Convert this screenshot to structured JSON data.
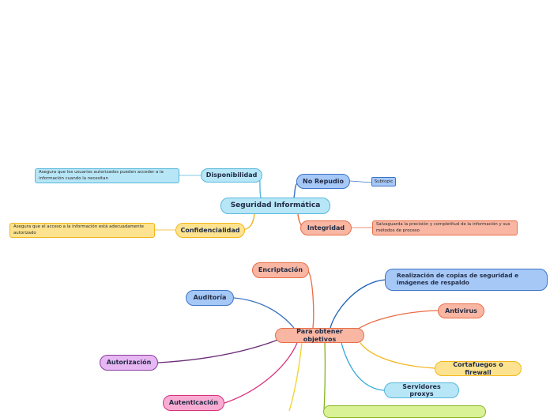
{
  "colors": {
    "blue_light": "#b7e6f7",
    "blue_light_border": "#56b8dc",
    "blue_mid": "#a6c8f7",
    "blue_mid_border": "#3c74c6",
    "salmon": "#f8b6a3",
    "salmon_border": "#e96d45",
    "yellow": "#fde38f",
    "yellow_border": "#f2b519",
    "purple": "#e7b7f3",
    "purple_border": "#8a3c9e",
    "pink": "#f9acd3",
    "pink_border": "#d8327d",
    "green": "#d9f296",
    "green_border": "#86b521"
  },
  "map1": {
    "root": "Seguridad Informática",
    "disponibilidad": {
      "label": "Disponibilidad",
      "note": "Asegura que los usuarios autorizados pueden acceder a la información cuando la necesitan"
    },
    "confidencialidad": {
      "label": "Confidencialidad",
      "note": "Asegura que el acceso a la información está adecuadamente autorizado"
    },
    "no_repudio": {
      "label": "No Repudio",
      "subtopic": "Subtopic"
    },
    "integridad": {
      "label": "Integridad",
      "note": "Salvaguarda la precisión y completitud de la información y sus métodos de proceso"
    }
  },
  "map2": {
    "root": "Para obtener objetivos",
    "encriptacion": "Encriptación",
    "auditoria": "Auditoría",
    "autorizacion": "Autorización",
    "autenticacion": "Autenticación",
    "copias": "Realización de copias de seguridad e imágenes de respaldo",
    "antivirus": "Antivirus",
    "cortafuegos": "Cortafuegos o firewall",
    "proxys": "Servidores proxys"
  }
}
